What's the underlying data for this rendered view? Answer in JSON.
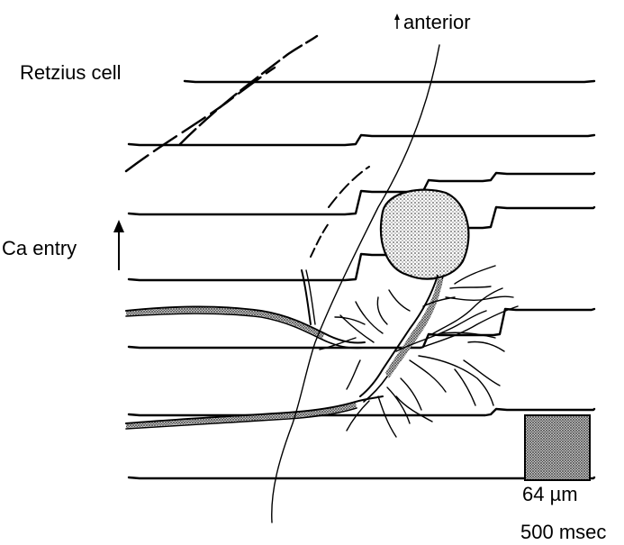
{
  "labels": {
    "cell_name": "Retzius cell",
    "orientation": "anterior",
    "y_axis": "Ca entry",
    "scale_length": "64 µm",
    "scale_time": "500 msec"
  },
  "trace_count": 7,
  "colors": {
    "ink": "#000000",
    "stipple": "#777777",
    "scale_box": "#888888"
  }
}
